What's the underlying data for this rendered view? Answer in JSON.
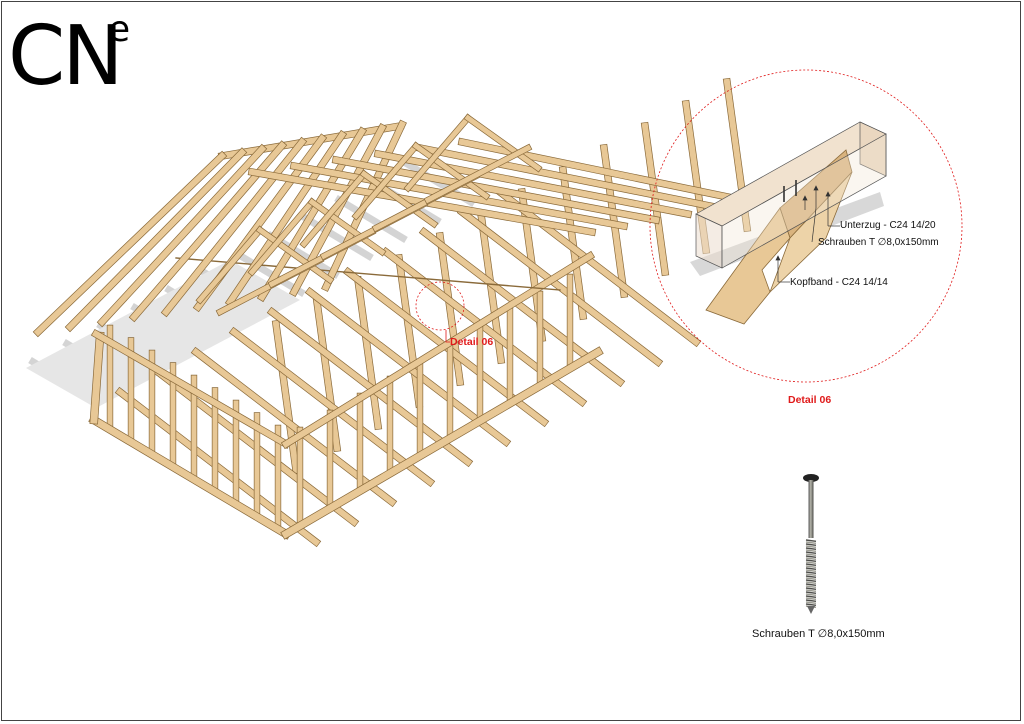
{
  "logo": {
    "text": "CN",
    "sup": "e"
  },
  "main_view": {
    "detail_marker": "Detail 06"
  },
  "detail": {
    "title": "Detail 06",
    "labels": {
      "unterzug": "Unterzug - C24 14/20",
      "schrauben": "Schrauben T ∅8,0x150mm",
      "kopfband": "Kopfband - C24 14/14"
    }
  },
  "screw": {
    "caption": "Schrauben T ∅8,0x150mm"
  },
  "colors": {
    "wood": "#e8c896",
    "wood_dark": "#c89a5e",
    "wood_edge": "#8a6a3a",
    "shadow": "#d4d4d4",
    "accent": "#e01a1a"
  }
}
